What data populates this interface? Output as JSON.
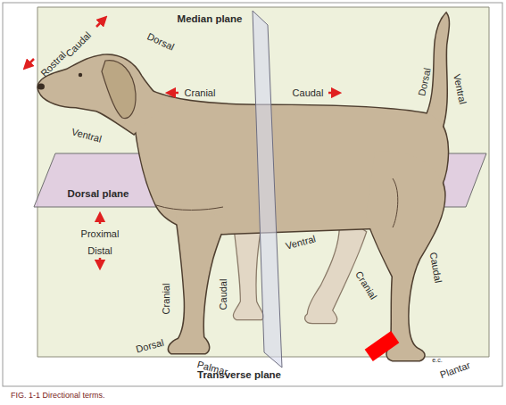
{
  "diagram": {
    "caption": "FIG. 1-1 Directional terms.",
    "labels": [
      "Median plane",
      "Caudal",
      "Rostral",
      "Dorsal",
      "Cranial",
      "Caudal",
      "Dorsal",
      "Ventral",
      "Ventral",
      "Dorsal plane",
      "Proximal",
      "Distal",
      "Ventral",
      "Cranial",
      "Caudal",
      "Cranial",
      "Caudal",
      "Dorsal",
      "Palmar",
      "e.c.",
      "Plantar",
      "Transverse plane"
    ]
  }
}
